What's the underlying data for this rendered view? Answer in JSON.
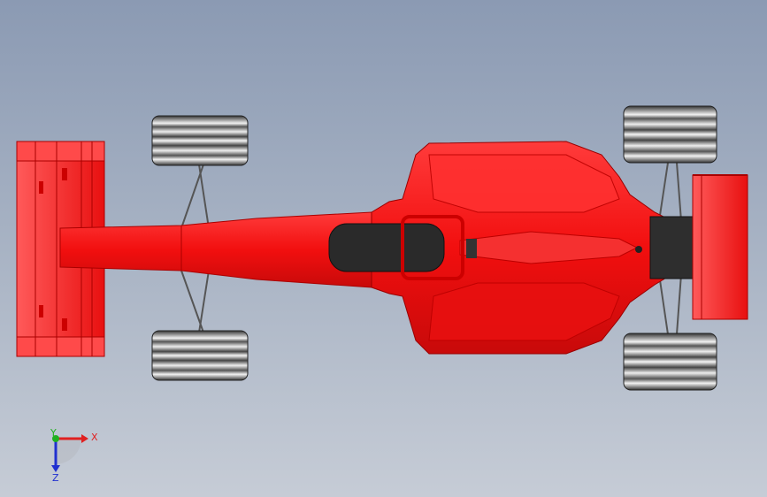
{
  "triad": {
    "x_label": "X",
    "y_label": "Y",
    "z_label": "Z",
    "x_color": "#e02020",
    "y_color": "#20b020",
    "z_color": "#2030d0"
  },
  "model": {
    "body_color": "#ee1a1a",
    "body_dark": "#b80808",
    "tire_color": "#4a4a4a",
    "cockpit_color": "#2a2a2a"
  }
}
